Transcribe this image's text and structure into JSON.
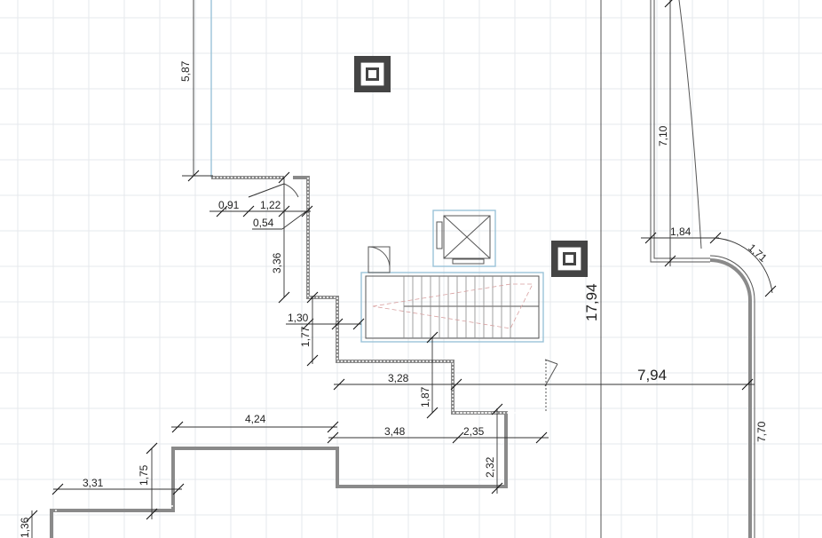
{
  "dimensions": {
    "d587": "5,87",
    "d710": "7,10",
    "d091": "0,91",
    "d122": "1,22",
    "d054": "0,54",
    "d184": "1,84",
    "d171": "1,71",
    "d336": "3,36",
    "d1794": "17,94",
    "d130": "1,30",
    "d177": "1,77",
    "d328": "3,28",
    "d794": "7,94",
    "d187": "1,87",
    "d424": "4,24",
    "d348": "3,48",
    "d235": "2,35",
    "d770": "7,70",
    "d232": "2,32",
    "d331": "3,31",
    "d175": "1,75",
    "d136": "1,36"
  },
  "colors": {
    "wall": "#8a8a8a",
    "grid": "#e6e9ec",
    "glass": "#9bc3d8",
    "column": "#444444"
  }
}
